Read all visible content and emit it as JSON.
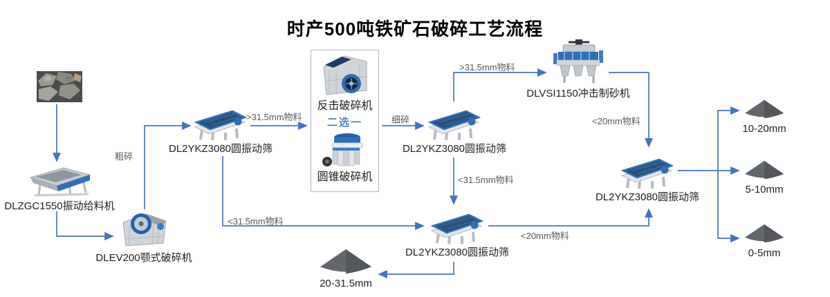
{
  "title": "时产500吨铁矿石破碎工艺流程",
  "colors": {
    "arrow_line": "#4472c4",
    "flow_label_text": "#595959",
    "machine_label_text": "#1f1f1f",
    "choice_text": "#4a86c8",
    "choice_box_border": "#b3b8bd",
    "pile": "#63676c"
  },
  "machines": {
    "feeder": "DLZGC1550振动给料机",
    "jaw_crusher": "DLEV200颚式破碎机",
    "screen1": "DL2YKZ3080圆振动筛",
    "screen2": "DL2YKZ3080圆振动筛",
    "screen3": "DL2YKZ3080圆振动筛",
    "screen4": "DL2YKZ3080圆振动筛",
    "impact_crusher": "反击破碎机",
    "choice": "二选一",
    "cone_crusher": "圆锥破碎机",
    "sand_maker": "DLVSI1150冲击制砂机"
  },
  "flow_labels": {
    "coarse": "粗碎",
    "fine": "细碎",
    "over315_to_choice": ">31.5mm物料",
    "over315_to_sandmaker": ">31.5mm物料",
    "under315_from_screen1": "<31.5mm物料",
    "under315_from_screen2": "<31.5mm物料",
    "under20_from_sandmaker": "<20mm物料",
    "under20_from_screen3": "<20mm物料"
  },
  "products": {
    "p20_315": "20-31.5mm",
    "p10_20": "10-20mm",
    "p5_10": "5-10mm",
    "p0_5": "0-5mm"
  }
}
